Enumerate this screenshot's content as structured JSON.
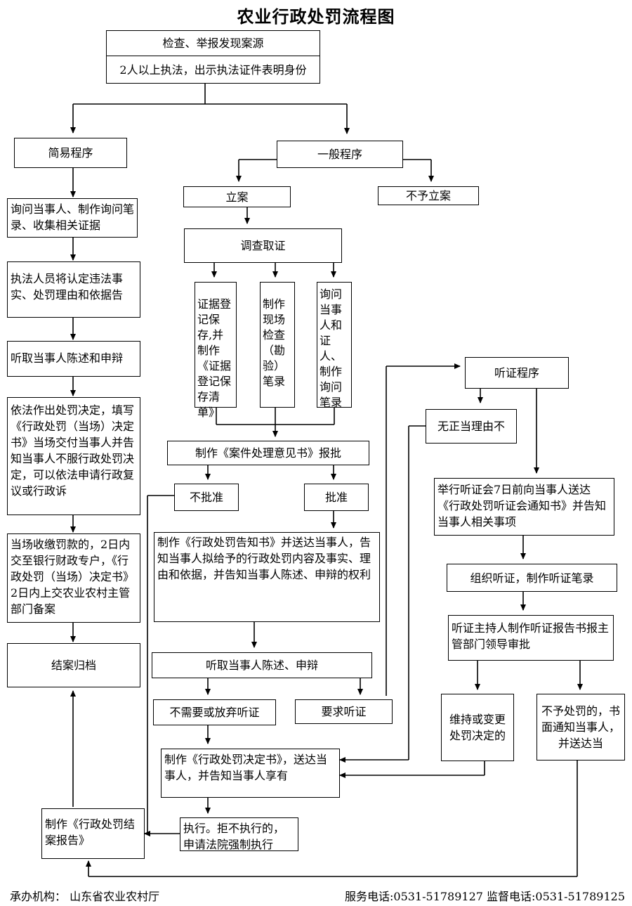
{
  "title": "农业行政处罚流程图",
  "nodes": {
    "source": "检查、举报发现案源",
    "identity": "2人以上执法，出示执法证件表明身份",
    "simple": "简易程序",
    "general": "一般程序",
    "s1": "询问当事人、制作询问笔录、收集相关证据",
    "s2": "执法人员将认定违法事实、处罚理由和依据告",
    "s3": "听取当事人陈述和申辩",
    "s4": "依法作出处罚决定，填写《行政处罚（当场）决定书》当场交付当事人并告知当事人不服行政处罚决定，可以依法申请行政复议或行政诉",
    "s5": "当场收缴罚款的，2日内交至银行财政专户，《行政处罚（当场）决定书》2日内上交农业农村主管部门备案",
    "close": "结案归档",
    "file_case": "立案",
    "no_case": "不予立案",
    "investigate": "调查取证",
    "ev1": "证据登记保存,并制作《证据登记保存清单》",
    "ev2": "制作现场检查（勘验）笔录",
    "ev3": "询问当事人和证人、制作询问笔录",
    "opinion": "制作《案件处理意见书》报批",
    "not_approved": "不批准",
    "approved": "批准",
    "notice": "制作《行政处罚告知书》并送达当事人，告知当事人拟给予的行政处罚内容及事实、理由和依据，并告知当事人陈述、申辩的权利",
    "hear_statement": "听取当事人陈述、申辩",
    "no_hearing": "不需要或放弃听证",
    "request_hearing": "要求听证",
    "decision": "制作《行政处罚决定书》，送达当事人，并告知当事人享有",
    "execute": "执行。拒不执行的，申请法院强制执行",
    "close_report": "制作《行政处罚结案报告》",
    "hearing": "听证程序",
    "no_reason": "无正当理由不",
    "hearing_notice": "举行听证会7日前向当事人送达《行政处罚听证会通知书》并告知当事人相关事项",
    "organize": "组织听证，制作听证笔录",
    "report": "听证主持人制作听证报告书报主管部门领导审批",
    "maintain": "维持或变更处罚决定的",
    "no_penalty": "不予处罚的，书面通知当事人，并送达当"
  },
  "footer": {
    "org": "承办机构：   山东省农业农村厅",
    "phone": "服务电话:0531-51789127 监督电话:0531-51789125"
  }
}
